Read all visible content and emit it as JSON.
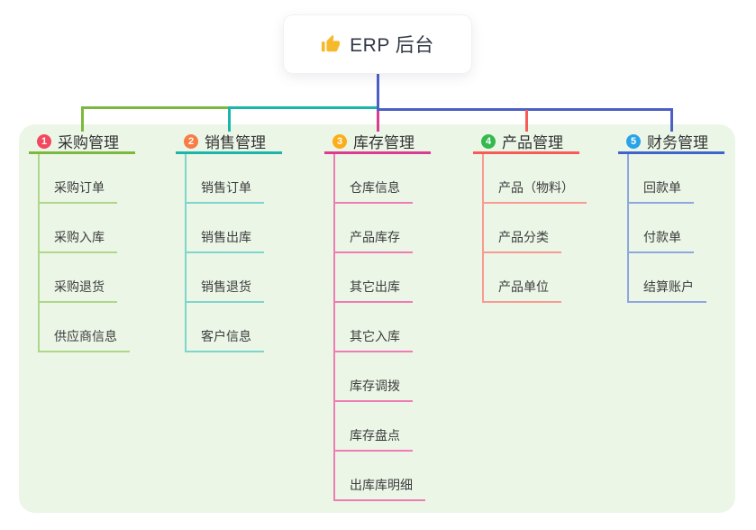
{
  "root": {
    "label": "ERP 后台",
    "icon": "thumbs-up-icon",
    "icon_color": "#f7b92c"
  },
  "colors": {
    "page_bg": "#ffffff",
    "panel_bg": "#ebf6e7",
    "trunk": "#4c5fc4",
    "root_text": "#333946",
    "branch_text": "#333333",
    "child_text": "#3d3d3d",
    "badge_text": "#ffffff"
  },
  "branches": [
    {
      "badge": "1",
      "label": "采购管理",
      "badge_color": "#f44860",
      "line_color": "#7cb840",
      "child_line_color": "#aed789",
      "children": [
        "采购订单",
        "采购入库",
        "采购退货",
        "供应商信息"
      ]
    },
    {
      "badge": "2",
      "label": "销售管理",
      "badge_color": "#f97b45",
      "line_color": "#1cb5aa",
      "child_line_color": "#7fd5cc",
      "children": [
        "销售订单",
        "销售出库",
        "销售退货",
        "客户信息"
      ]
    },
    {
      "badge": "3",
      "label": "库存管理",
      "badge_color": "#fbae19",
      "line_color": "#dc3b92",
      "child_line_color": "#ef7cb4",
      "children": [
        "仓库信息",
        "产品库存",
        "其它出库",
        "其它入库",
        "库存调拨",
        "库存盘点",
        "出库库明细"
      ]
    },
    {
      "badge": "4",
      "label": "产品管理",
      "badge_color": "#35b94e",
      "line_color": "#f75b57",
      "child_line_color": "#f89b91",
      "children": [
        "产品（物料）",
        "产品分类",
        "产品单位"
      ]
    },
    {
      "badge": "5",
      "label": "财务管理",
      "badge_color": "#29a3e8",
      "line_color": "#4064cb",
      "child_line_color": "#8ea7de",
      "children": [
        "回款单",
        "付款单",
        "结算账户"
      ]
    }
  ]
}
